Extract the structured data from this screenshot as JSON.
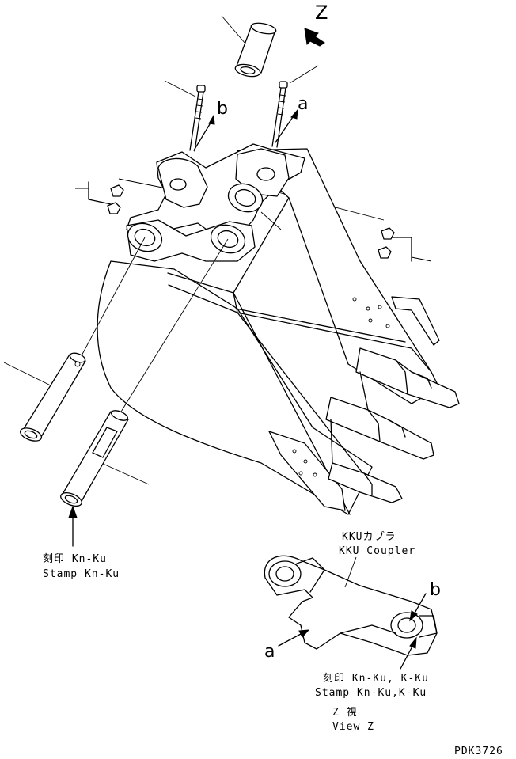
{
  "labels": {
    "view_arrow": "Z",
    "callout_b_top": "b",
    "callout_a_top": "a",
    "callout_b_view": "b",
    "callout_a_view": "a"
  },
  "notes": {
    "stamp_left_jp": "刻印 Kn-Ku",
    "stamp_left_en": "Stamp Kn-Ku",
    "coupler_jp": "KKUカプラ",
    "coupler_en": "KKU Coupler",
    "stamp_right_jp": "刻印 Kn-Ku, K-Ku",
    "stamp_right_en": "Stamp Kn-Ku,K-Ku",
    "view_jp": "Z 視",
    "view_en": "View Z"
  },
  "drawing_code": "PDK3726"
}
